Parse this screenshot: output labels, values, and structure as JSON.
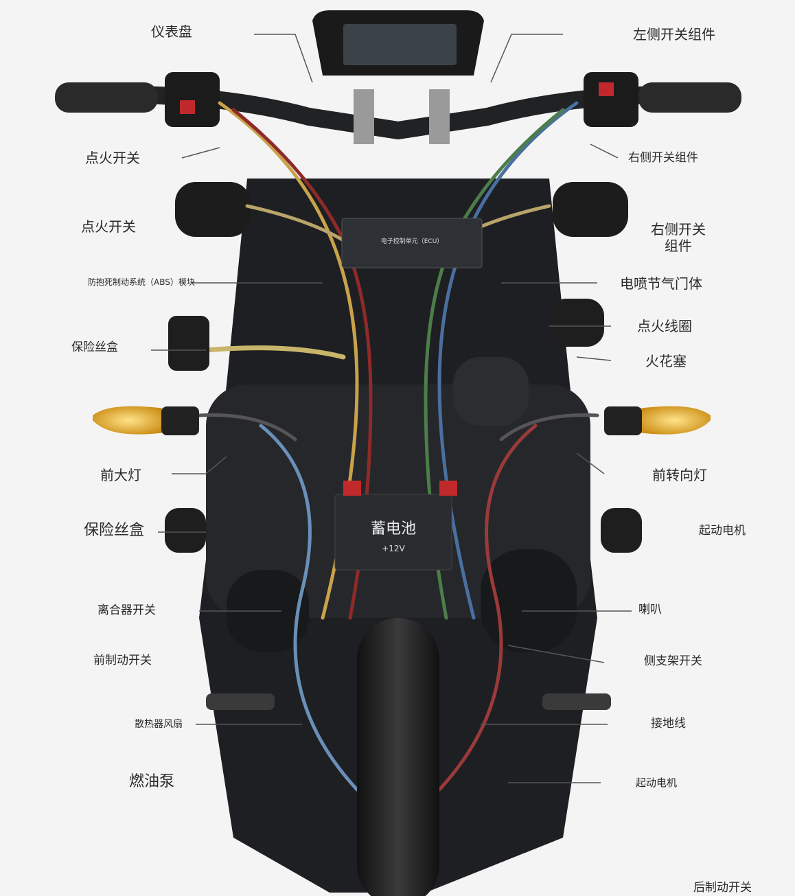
{
  "labels": {
    "dashboard": "仪表盘",
    "left_switch_assembly": "左侧开关组件",
    "ignition_switch_1": "点火开关",
    "right_switch_assembly_1": "右侧开关组件",
    "ignition_switch_2": "点火开关",
    "right_switch_assembly_2": "右侧开关\n组件",
    "abs_module": "防抱死制动系统（ABS）模块",
    "throttle_body": "电喷节气门体",
    "ignition_coil": "点火线圈",
    "fuse_box_1": "保险丝盒",
    "spark_plug": "火花塞",
    "headlight": "前大灯",
    "front_turn_signal": "前转向灯",
    "fuse_box_2": "保险丝盒",
    "starter_motor_1": "起动电机",
    "clutch_switch": "离合器开关",
    "horn": "喇叭",
    "front_brake_switch": "前制动开关",
    "side_stand_switch": "侧支架开关",
    "radiator_fan": "散热器风扇",
    "ground_wire": "接地线",
    "fuel_pump": "燃油泵",
    "starter_motor_2": "起动电机",
    "rear_brake_switch": "后制动开关"
  },
  "components": {
    "ecu_label": "电子控制单元（ECU）",
    "battery_label": "蓄电池",
    "battery_voltage": "+12V"
  }
}
